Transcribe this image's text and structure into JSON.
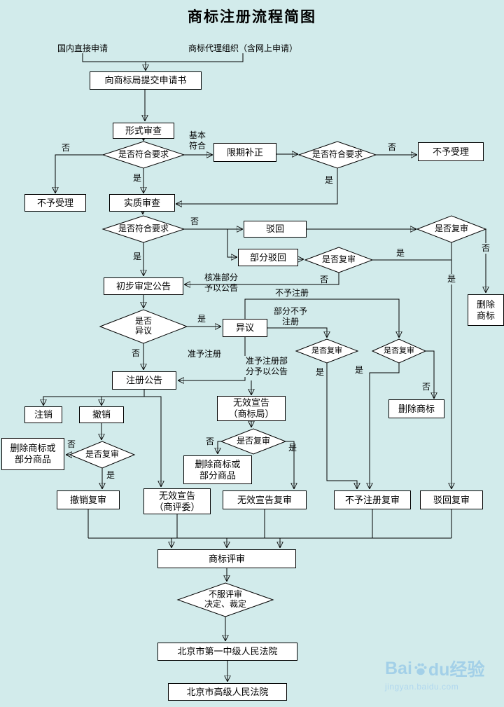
{
  "page": {
    "title": "商标注册流程简图",
    "background": "#d2ebeb"
  },
  "sources": {
    "domestic": "国内直接申请",
    "agency": "商标代理组织（含网上申请）"
  },
  "nodes": {
    "submit": "向商标局提交申请书",
    "formal_exam": "形式审查",
    "correction": "限期补正",
    "not_accepted": "不予受理",
    "substantive_exam": "实质审查",
    "rejection": "驳回",
    "partial_rejection": "部分驳回",
    "preliminary": "初步审定公告",
    "opposition": "异议",
    "reg_announcement": "注册公告",
    "cancellation": "注销",
    "revocation": "撤销",
    "delete_tm_two_line": "删除\n商标",
    "delete_tm": "删除商标",
    "delete_tm_or_goods": "删除商标或\n部分商品",
    "revocation_review": "撤销复审",
    "invalidation_office": "无效宣告\n（商标局）",
    "invalidation_board": "无效宣告\n（商评委）",
    "invalidation_review": "无效宣告复审",
    "nonreg_review": "不予注册复审",
    "rejection_review": "驳回复审",
    "tm_review": "商标评审",
    "court_intermediate": "北京市第一中级人民法院",
    "court_high": "北京市高级人民法院"
  },
  "decisions": {
    "meet_req": "是否符合要求",
    "review": "是否复审",
    "opposition_q": "是否\n异议",
    "dissatisfied": "不服评审\n决定、裁定"
  },
  "edge_labels": {
    "yes": "是",
    "no": "否",
    "basic_conform": "基本\n符合",
    "approved_part": "核准部分\n予以公告",
    "not_register": "不予注册",
    "partial_not_register": "部分不予\n注册",
    "grant_register": "准予注册",
    "grant_partial": "准予注册部\n分予以公告"
  },
  "watermark": {
    "brand_prefix": "Bai",
    "brand_suffix": "du经验",
    "site": "jingyan.baidu.com"
  }
}
